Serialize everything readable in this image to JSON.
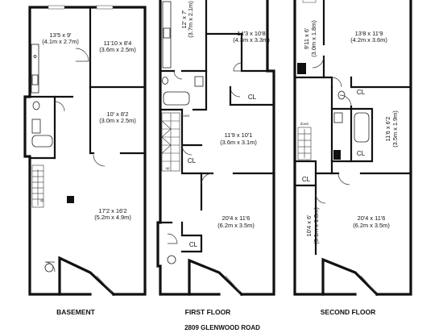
{
  "address": "2809 GLENWOOD ROAD",
  "floors": {
    "basement": {
      "name": "BASEMENT",
      "rooms": [
        {
          "dims": "13'5 x 9'",
          "metric": "(4.1m x 2.7m)"
        },
        {
          "dims": "11'10 x 8'4",
          "metric": "(3.6m x 2.5m)"
        },
        {
          "dims": "10' x 8'2",
          "metric": "(3.0m x 2.5m)"
        },
        {
          "dims": "17'2 x 16'2",
          "metric": "(5.2m x 4.9m)"
        }
      ],
      "stair_label": "up"
    },
    "first": {
      "name": "FIRST FLOOR",
      "rooms": [
        {
          "dims": "12' x 7'",
          "metric": "(3.7m x 2.1m)"
        },
        {
          "dims": "14'3 x 10'8",
          "metric": "(4.3m x 3.3m)"
        },
        {
          "dims": "11'9 x 10'1",
          "metric": "(3.6m x 3.1m)"
        },
        {
          "dims": "20'4 x 11'6",
          "metric": "(6.2m x 3.5m)"
        }
      ],
      "closets": [
        "CL",
        "CL",
        "CL"
      ],
      "stair_down": "down",
      "stair_up": "up"
    },
    "second": {
      "name": "SECOND FLOOR",
      "rooms": [
        {
          "dims": "9'11 x 6'",
          "metric": "(3.0m x 1.8m)"
        },
        {
          "dims": "13'8 x 11'9",
          "metric": "(4.2m x 3.6m)"
        },
        {
          "dims": "11'6 x 6'2",
          "metric": "(3.5m x 1.9m)"
        },
        {
          "dims": "20'4 x 11'6",
          "metric": "(6.2m x 3.5m)"
        },
        {
          "dims": "10'4 x 6'",
          "metric": "(3.1m x 1.8m)"
        }
      ],
      "closets": [
        "CL",
        "CL",
        "CL"
      ],
      "stair_down": "down"
    }
  }
}
